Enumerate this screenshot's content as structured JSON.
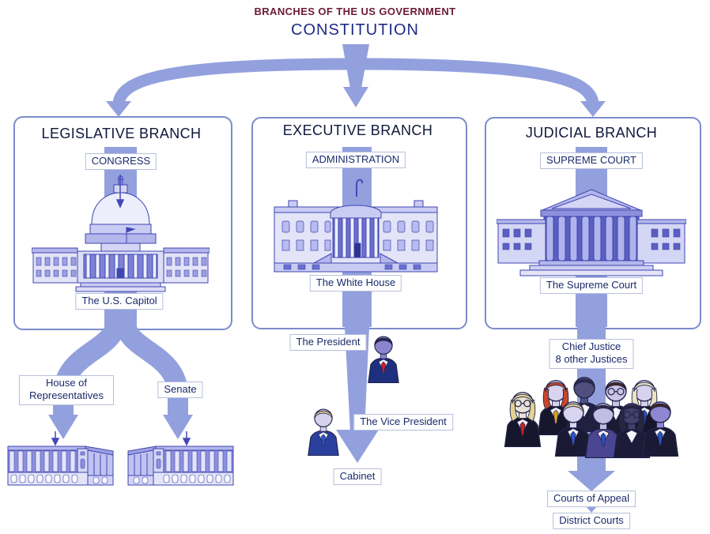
{
  "title": {
    "kicker": "BRANCHES OF THE US GOVERNMENT",
    "main": "CONSTITUTION"
  },
  "colors": {
    "arrow": "#93a0de",
    "box_border": "#7c8bcb",
    "label_border": "#b7c0dc",
    "label_text": "#1b2a6b",
    "heading_text": "#10173a",
    "title_text": "#1d2b86",
    "kicker_text": "#6d1a36",
    "building_outline": "#3f46b0",
    "building_fill_light": "#e3e4f8",
    "building_fill_mid": "#b4b7ec",
    "building_fill_dark": "#6b6fd0"
  },
  "legislative": {
    "heading": "LEGISLATIVE BRANCH",
    "congress_label": "CONGRESS",
    "capitol_label": "The U.S. Capitol",
    "house_label": "House of Representatives",
    "senate_label": "Senate"
  },
  "executive": {
    "heading": "EXECUTIVE BRANCH",
    "administration_label": "ADMINISTRATION",
    "white_house_label": "The White House",
    "president_label": "The President",
    "vice_president_label": "The Vice President",
    "cabinet_label": "Cabinet",
    "president_figure": {
      "hair": "#232a52",
      "skin": "#8c84cf",
      "body": "#1d2f7e",
      "tie": "#cf2030",
      "glasses": false,
      "long": false
    },
    "vice_president_figure": {
      "hair": "#dcc98e",
      "skin": "#d6d2ec",
      "body": "#2b3f9e",
      "tie": "#2a55cc",
      "glasses": false,
      "long": false
    }
  },
  "judicial": {
    "heading": "JUDICIAL BRANCH",
    "supreme_court_label": "SUPREME COURT",
    "supreme_court_building_label": "The Supreme Court",
    "justices_label": [
      "Chief Justice",
      "8 other Justices"
    ],
    "courts_of_appeal_label": "Courts of Appeal",
    "district_courts_label": "District Courts",
    "justices": [
      {
        "hair": "#e3d292",
        "skin": "#eae3d6",
        "body": "#16162c",
        "tie": "#cc2020",
        "glasses": true,
        "long": true
      },
      {
        "hair": "#c8462a",
        "skin": "#d8d3ee",
        "body": "#16162c",
        "tie": "#d8a41e",
        "glasses": false,
        "long": true
      },
      {
        "hair": "#2c2c4e",
        "skin": "#50507e",
        "body": "#202040",
        "tie": null,
        "glasses": false,
        "long": false
      },
      {
        "hair": "#47291d",
        "skin": "#cac5e8",
        "body": "#1a1a34",
        "tie": null,
        "glasses": true,
        "long": false
      },
      {
        "hair": "#eae2c4",
        "skin": "#d6d1ec",
        "body": "#16162c",
        "tie": "#2a50c8",
        "glasses": false,
        "long": true
      },
      {
        "hair": "#d8ca94",
        "skin": "#d8d3ee",
        "body": "#1a1a34",
        "tie": "#2a55cc",
        "glasses": false,
        "long": false
      },
      {
        "hair": "#2a2a48",
        "skin": "#c2bde4",
        "body": "#4a4692",
        "tie": "#2a50c8",
        "glasses": false,
        "long": false
      },
      {
        "hair": "#26263f",
        "skin": "#42426a",
        "body": "#1c1c38",
        "tie": null,
        "glasses": true,
        "long": true
      },
      {
        "hair": "#45231a",
        "skin": "#8f87d2",
        "body": "#1a1a34",
        "tie": "#2a55cc",
        "glasses": false,
        "long": false
      }
    ]
  }
}
